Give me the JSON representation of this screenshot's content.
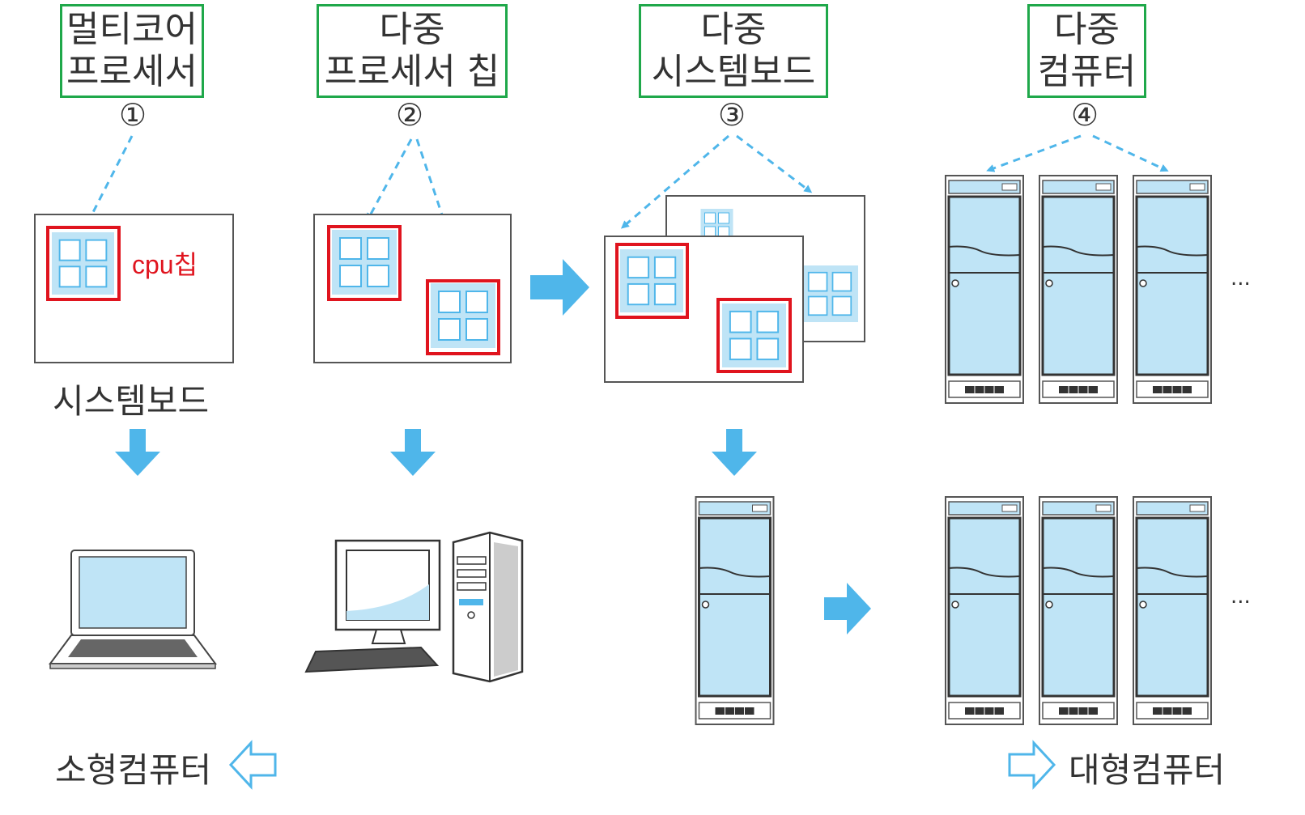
{
  "stages": [
    {
      "line1": "멀티코어",
      "line2": "프로세서",
      "num": "①"
    },
    {
      "line1": "다중",
      "line2": "프로세서 칩",
      "num": "②"
    },
    {
      "line1": "다중",
      "line2": "시스템보드",
      "num": "③"
    },
    {
      "line1": "다중",
      "line2": "컴퓨터",
      "num": "④"
    }
  ],
  "board_label": "시스템보드",
  "cpu_label": "cpu칩",
  "ellipsis": "...",
  "small_computer": "소형컴퓨터",
  "large_computer": "대형컴퓨터",
  "colors": {
    "box_border": "#1fa84a",
    "highlight": "#e0141e",
    "light_blue": "#bfe4f6",
    "arrow_blue": "#4fb6ea"
  }
}
